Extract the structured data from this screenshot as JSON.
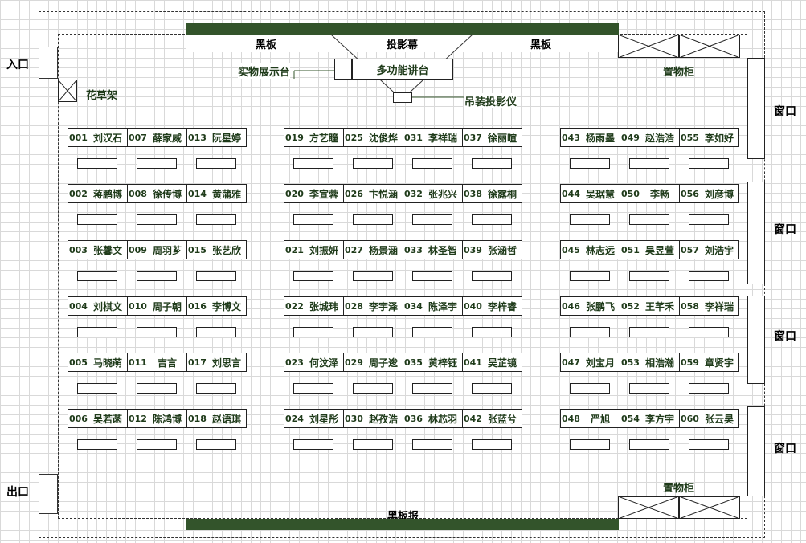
{
  "labels": {
    "entrance": "入口",
    "exit": "出口",
    "blackboard_left": "黑板",
    "blackboard_right": "黑板",
    "projection_screen": "投影幕",
    "podium": "多功能讲台",
    "display_stand": "实物展示台",
    "projector": "吊装投影仪",
    "plant_rack": "花草架",
    "cabinet_top": "置物柜",
    "cabinet_bottom": "置物柜",
    "back_board": "黑板报",
    "windows": [
      "窗口",
      "窗口",
      "窗口",
      "窗口"
    ]
  },
  "colors": {
    "accent": "#33542b",
    "text": "#1f3b1a",
    "grid": "#d9d9d9"
  },
  "rows": [
    [
      {
        "num": "001",
        "name": "刘汉石"
      },
      {
        "num": "007",
        "name": "薛家威"
      },
      {
        "num": "013",
        "name": "阮星婷"
      },
      {
        "num": "019",
        "name": "方艺瞳"
      },
      {
        "num": "025",
        "name": "沈俊烨"
      },
      {
        "num": "031",
        "name": "李祥瑞"
      },
      {
        "num": "037",
        "name": "徐丽暄"
      },
      {
        "num": "043",
        "name": "杨雨墨"
      },
      {
        "num": "049",
        "name": "赵浩浩"
      },
      {
        "num": "055",
        "name": "李如好"
      }
    ],
    [
      {
        "num": "002",
        "name": "蒋鹏博"
      },
      {
        "num": "008",
        "name": "徐传博"
      },
      {
        "num": "014",
        "name": "黄蒲雅"
      },
      {
        "num": "020",
        "name": "李宣蓉"
      },
      {
        "num": "026",
        "name": "卞悦涵"
      },
      {
        "num": "032",
        "name": "张兆兴"
      },
      {
        "num": "038",
        "name": "徐露桐"
      },
      {
        "num": "044",
        "name": "吴琚慧"
      },
      {
        "num": "050",
        "name": "李畅"
      },
      {
        "num": "056",
        "name": "刘彦博"
      }
    ],
    [
      {
        "num": "003",
        "name": "张馨文"
      },
      {
        "num": "009",
        "name": "周羽芗"
      },
      {
        "num": "015",
        "name": "张艺欣"
      },
      {
        "num": "021",
        "name": "刘振妍"
      },
      {
        "num": "027",
        "name": "杨景涵"
      },
      {
        "num": "033",
        "name": "林圣智"
      },
      {
        "num": "039",
        "name": "张涵哲"
      },
      {
        "num": "045",
        "name": "林志远"
      },
      {
        "num": "051",
        "name": "吴昱萱"
      },
      {
        "num": "057",
        "name": "刘浩宇"
      }
    ],
    [
      {
        "num": "004",
        "name": "刘棋文"
      },
      {
        "num": "010",
        "name": "周子朝"
      },
      {
        "num": "016",
        "name": "李博文"
      },
      {
        "num": "022",
        "name": "张城玮"
      },
      {
        "num": "028",
        "name": "李宇泽"
      },
      {
        "num": "034",
        "name": "陈泽宇"
      },
      {
        "num": "040",
        "name": "李梓睿"
      },
      {
        "num": "046",
        "name": "张鹏飞"
      },
      {
        "num": "052",
        "name": "王芊禾"
      },
      {
        "num": "058",
        "name": "李祥瑞"
      }
    ],
    [
      {
        "num": "005",
        "name": "马晓萌"
      },
      {
        "num": "011",
        "name": "吉言"
      },
      {
        "num": "017",
        "name": "刘思言"
      },
      {
        "num": "023",
        "name": "何汶泽"
      },
      {
        "num": "029",
        "name": "周子逡"
      },
      {
        "num": "035",
        "name": "黄梓钰"
      },
      {
        "num": "041",
        "name": "吴芷镜"
      },
      {
        "num": "047",
        "name": "刘宝月"
      },
      {
        "num": "053",
        "name": "相浩瀚"
      },
      {
        "num": "059",
        "name": "章贤宇"
      }
    ],
    [
      {
        "num": "006",
        "name": "吴若菡"
      },
      {
        "num": "012",
        "name": "陈鸿博"
      },
      {
        "num": "018",
        "name": "赵语琪"
      },
      {
        "num": "024",
        "name": "刘星彤"
      },
      {
        "num": "030",
        "name": "赵孜浩"
      },
      {
        "num": "036",
        "name": "林芯羽"
      },
      {
        "num": "042",
        "name": "张蓝兮"
      },
      {
        "num": "048",
        "name": "严旭"
      },
      {
        "num": "054",
        "name": "李方宇"
      },
      {
        "num": "060",
        "name": "张云昊"
      }
    ]
  ]
}
